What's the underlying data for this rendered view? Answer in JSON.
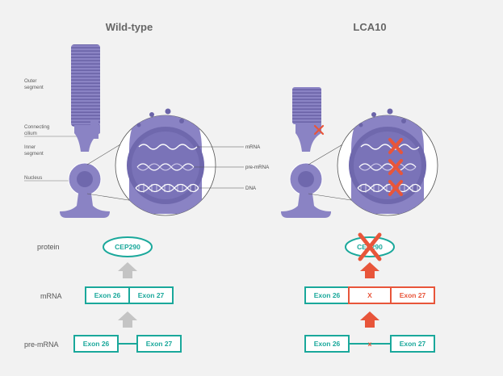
{
  "titles": {
    "left": "Wild-type",
    "right": "LCA10"
  },
  "cell_labels": {
    "outer_segment": [
      "Outer",
      "segment"
    ],
    "connecting_cilium": [
      "Connecting",
      "cilium"
    ],
    "inner_segment": [
      "Inner",
      "segment"
    ],
    "nucleus": "Nucleus"
  },
  "zoom_labels": {
    "mrna": "mRNA",
    "pre_mrna": "pre-mRNA",
    "dna": "DNA"
  },
  "row_labels": {
    "protein": "protein",
    "mrna": "mRNA",
    "pre_mrna": "pre-mRNA"
  },
  "wildtype": {
    "protein": "CEP290",
    "mrna_exons": [
      "Exon 26",
      "Exon 27"
    ],
    "pre_mrna_exons": [
      "Exon 26",
      "Exon 27"
    ]
  },
  "lca10": {
    "protein": "CEP290",
    "mrna_exons": [
      "Exon 26",
      "X",
      "Exon 27"
    ],
    "pre_mrna_exons": [
      "Exon 26",
      "Exon 27"
    ],
    "pre_mrna_mark": "x"
  },
  "colors": {
    "background": "#f2f2f2",
    "cell": "#8a83c4",
    "cell_dark": "#6b64a8",
    "zoom_fill": "#b7b2de",
    "nucleus": "#6f68ad",
    "teal": "#1aa89b",
    "orange": "#e8553a",
    "gray_arrow": "#c4c4c4",
    "title": "#666666"
  }
}
